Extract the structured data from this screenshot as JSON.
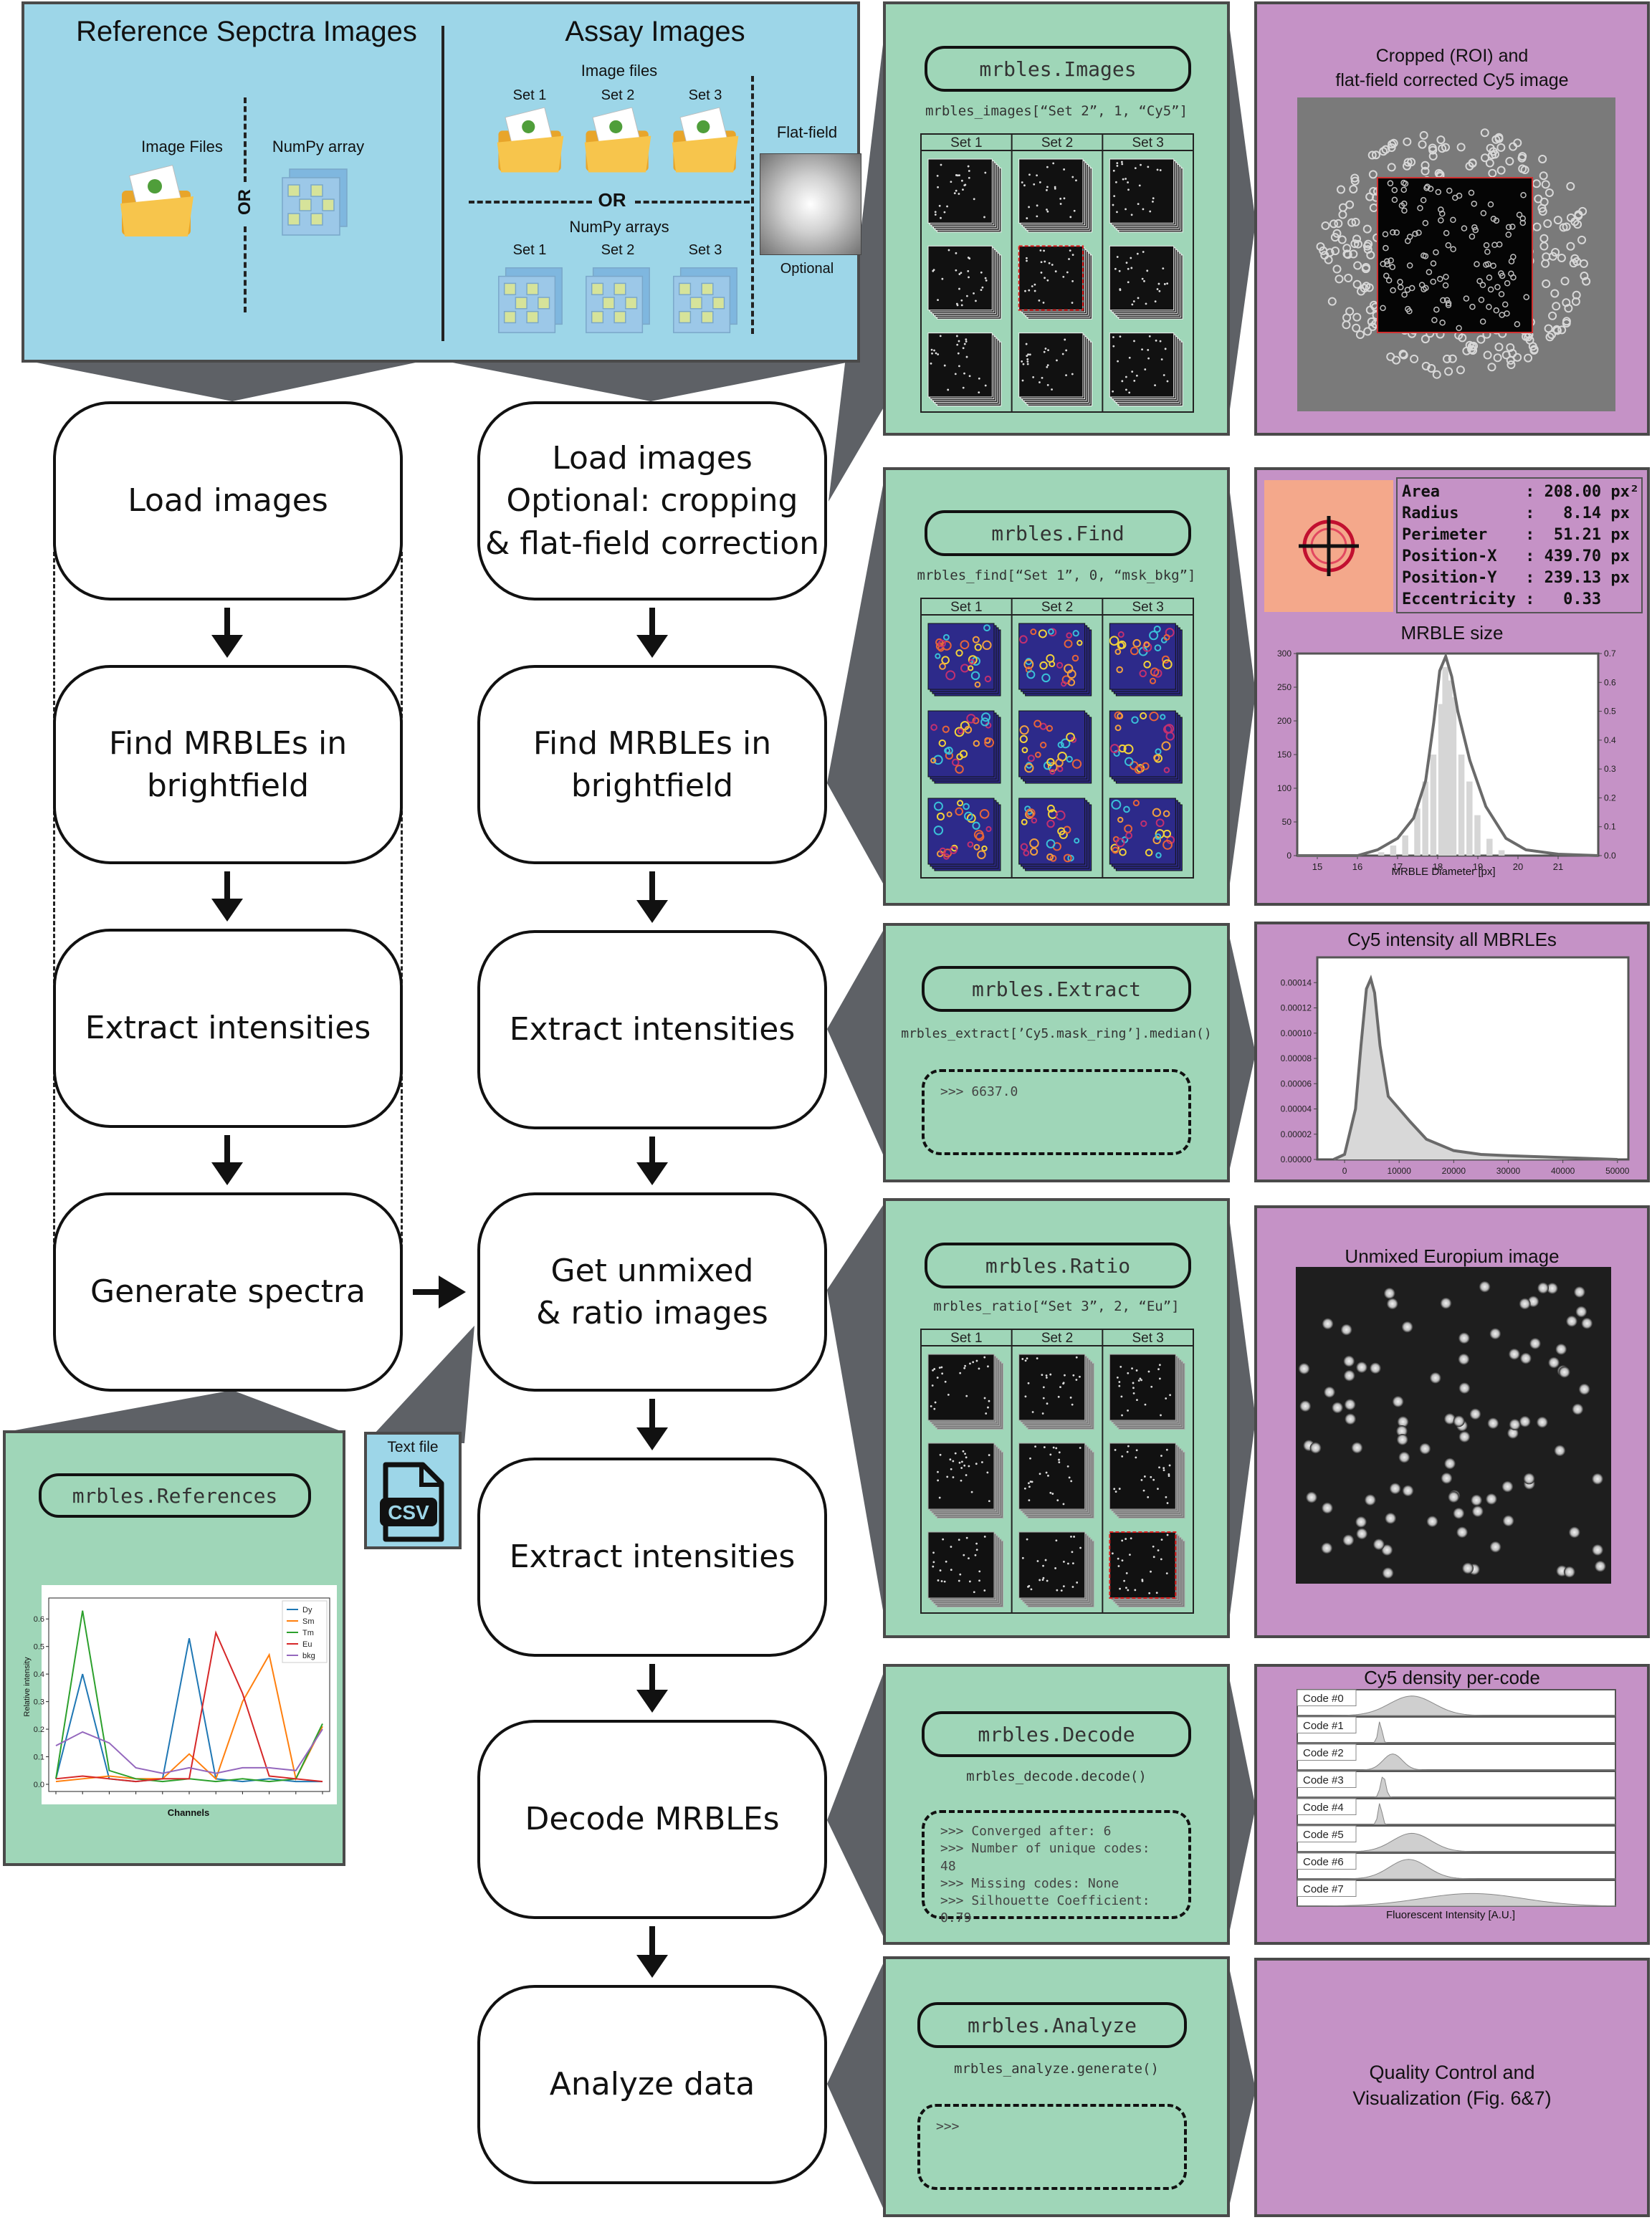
{
  "top_panel": {
    "ref_title": "Reference Sepctra Images",
    "assay_title": "Assay Images",
    "ref_image_files": "Image Files",
    "ref_numpy": "NumPy array",
    "or_vertical": "OR",
    "assay_image_files": "Image files",
    "assay_numpy": "NumPy arrays",
    "or_horizontal": "OR",
    "set1": "Set 1",
    "set2": "Set 2",
    "set3": "Set 3",
    "flatfield": "Flat-field",
    "optional": "Optional"
  },
  "left_column": [
    "Load images",
    "Find MRBLEs in\nbrightfield",
    "Extract intensities",
    "Generate spectra"
  ],
  "main_column": [
    "Load images\nOptional: cropping\n& flat-field correction",
    "Find MRBLEs in\nbrightfield",
    "Extract intensities",
    "Get unmixed\n& ratio images",
    "Extract intensities",
    "Decode MRBLEs",
    "Analyze data"
  ],
  "references_panel": {
    "func": "mrbles.References",
    "ylabel": "Relative intensity",
    "xlabel": "Channels",
    "text_file": "Text file",
    "csv": "CSV"
  },
  "code_panels": {
    "images": {
      "func": "mrbles.Images",
      "code": "mrbles_images[“Set 2”, 1, “Cy5”]"
    },
    "find": {
      "func": "mrbles.Find",
      "code": "mrbles_find[“Set 1”, 0, “msk_bkg”]"
    },
    "extract": {
      "func": "mrbles.Extract",
      "code": "mrbles_extract[’Cy5.mask_ring’].median()",
      "output": ">>> 6637.0"
    },
    "ratio": {
      "func": "mrbles.Ratio",
      "code": "mrbles_ratio[“Set 3”, 2, “Eu”]"
    },
    "decode": {
      "func": "mrbles.Decode",
      "code": "mrbles_decode.decode()",
      "output": ">>> Converged after: 6\n>>> Number of unique codes: 48\n>>> Missing codes: None\n>>> Silhouette Coefficient: 0.79"
    },
    "analyze": {
      "func": "mrbles.Analyze",
      "code": "mrbles_analyze.generate()",
      "output": ">>>"
    }
  },
  "result_panels": {
    "cropped_title": "Cropped (ROI) and\nflat-field corrected Cy5 image",
    "props": [
      [
        "Area",
        ": 208.00 px²"
      ],
      [
        "Radius",
        ":   8.14 px"
      ],
      [
        "Perimeter",
        ":  51.21 px"
      ],
      [
        "Position-X",
        ": 439.70 px"
      ],
      [
        "Position-Y",
        ": 239.13 px"
      ],
      [
        "Eccentricity",
        ":   0.33"
      ]
    ],
    "mrble_size_title": "MRBLE size",
    "mrble_size_xlabel": "MRBLE Diameter [px]",
    "cy5_title": "Cy5 intensity all MBRLEs",
    "europium_title": "Unmixed Europium image",
    "density_title": "Cy5 density per-code",
    "density_xlabel": "Fluorescent Intensity [A.U.]",
    "qc_text": "Quality Control and\nVisualization (Fig. 6&7)"
  },
  "colors": {
    "blue_panel": "#9dd6e8",
    "green_panel": "#9fd6b8",
    "purple_panel": "#c592c6",
    "border": "#4a4a4a"
  },
  "chart_data": [
    {
      "type": "line",
      "title": "",
      "xlabel": "Channels",
      "ylabel": "Relative intensity",
      "ylim": [
        0,
        0.65
      ],
      "yticks": [
        0.0,
        0.1,
        0.2,
        0.3,
        0.4,
        0.5,
        0.6
      ],
      "x": [
        0,
        1,
        2,
        3,
        4,
        5,
        6,
        7,
        8,
        9,
        10
      ],
      "legend_position": "top-right",
      "series": [
        {
          "name": "Dy",
          "color": "#1f77b4",
          "values": [
            0.02,
            0.4,
            0.02,
            0.01,
            0.02,
            0.53,
            0.02,
            0.01,
            0.02,
            0.01,
            0.01
          ]
        },
        {
          "name": "Sm",
          "color": "#ff7f0e",
          "values": [
            0.01,
            0.02,
            0.03,
            0.02,
            0.02,
            0.11,
            0.02,
            0.3,
            0.47,
            0.02,
            0.21
          ]
        },
        {
          "name": "Tm",
          "color": "#2ca02c",
          "values": [
            0.02,
            0.63,
            0.05,
            0.02,
            0.01,
            0.02,
            0.01,
            0.02,
            0.01,
            0.02,
            0.22
          ]
        },
        {
          "name": "Eu",
          "color": "#d62728",
          "values": [
            0.02,
            0.03,
            0.02,
            0.01,
            0.02,
            0.02,
            0.55,
            0.33,
            0.03,
            0.02,
            0.01
          ]
        },
        {
          "name": "bkg",
          "color": "#9467bd",
          "values": [
            0.14,
            0.19,
            0.15,
            0.06,
            0.04,
            0.06,
            0.04,
            0.06,
            0.06,
            0.05,
            0.2
          ]
        }
      ]
    },
    {
      "type": "area",
      "title": "MRBLE size",
      "xlabel": "MRBLE Diameter [px]",
      "xlim": [
        14.5,
        22
      ],
      "xticks": [
        15,
        16,
        17,
        18,
        19,
        20,
        21
      ],
      "ylim_left": [
        0,
        300
      ],
      "yticks_left": [
        0,
        50,
        100,
        150,
        200,
        250,
        300
      ],
      "ylim_right": [
        0,
        0.7
      ],
      "yticks_right": [
        0.0,
        0.1,
        0.2,
        0.3,
        0.4,
        0.5,
        0.6,
        0.7
      ],
      "histogram": {
        "bins": [
          16.6,
          16.9,
          17.2,
          17.5,
          17.7,
          17.9,
          18.1,
          18.2,
          18.3,
          18.4,
          18.6,
          18.8,
          19.0,
          19.3,
          19.6
        ],
        "counts": [
          5,
          15,
          30,
          70,
          110,
          150,
          225,
          280,
          260,
          235,
          150,
          110,
          60,
          25,
          8
        ]
      },
      "kde": {
        "x": [
          14.5,
          16.0,
          16.5,
          17.0,
          17.4,
          17.7,
          17.9,
          18.05,
          18.2,
          18.35,
          18.5,
          18.8,
          19.2,
          19.7,
          20.2,
          21.0,
          22.0
        ],
        "y": [
          0,
          0,
          0.02,
          0.06,
          0.13,
          0.26,
          0.46,
          0.64,
          0.69,
          0.62,
          0.5,
          0.33,
          0.17,
          0.06,
          0.02,
          0.005,
          0
        ]
      }
    },
    {
      "type": "area",
      "title": "Cy5 intensity all MBRLEs",
      "xlim": [
        -5000,
        52000
      ],
      "xticks": [
        0,
        10000,
        20000,
        30000,
        40000,
        50000
      ],
      "ylim": [
        0,
        0.00016
      ],
      "yticks": [
        0.0,
        2e-05,
        4e-05,
        6e-05,
        8e-05,
        0.0001,
        0.00012,
        0.00014
      ],
      "x": [
        -2000,
        0,
        2000,
        3000,
        4000,
        4800,
        5500,
        6500,
        8000,
        10000,
        12000,
        15000,
        20000,
        25000,
        30000,
        40000,
        50000
      ],
      "y": [
        0,
        4e-06,
        4e-05,
        9e-05,
        0.000135,
        0.000143,
        0.000132,
        9e-05,
        5e-05,
        4e-05,
        3e-05,
        1.6e-05,
        7e-06,
        4e-06,
        3e-06,
        1.5e-06,
        0
      ]
    },
    {
      "type": "area",
      "title": "Cy5 density per-code",
      "xlabel": "Fluorescent Intensity [A.U.]",
      "series": [
        {
          "name": "Code #0",
          "peak": 0.36,
          "width": 0.07,
          "height": 0.85
        },
        {
          "name": "Code #1",
          "peak": 0.26,
          "width": 0.006,
          "height": 0.95
        },
        {
          "name": "Code #2",
          "peak": 0.3,
          "width": 0.03,
          "height": 0.7
        },
        {
          "name": "Code #3",
          "peak": 0.27,
          "width": 0.008,
          "height": 0.95
        },
        {
          "name": "Code #4",
          "peak": 0.26,
          "width": 0.006,
          "height": 0.95
        },
        {
          "name": "Code #5",
          "peak": 0.36,
          "width": 0.06,
          "height": 0.8
        },
        {
          "name": "Code #6",
          "peak": 0.35,
          "width": 0.06,
          "height": 0.85
        },
        {
          "name": "Code #7",
          "peak": 0.55,
          "width": 0.16,
          "height": 0.55
        }
      ]
    }
  ]
}
